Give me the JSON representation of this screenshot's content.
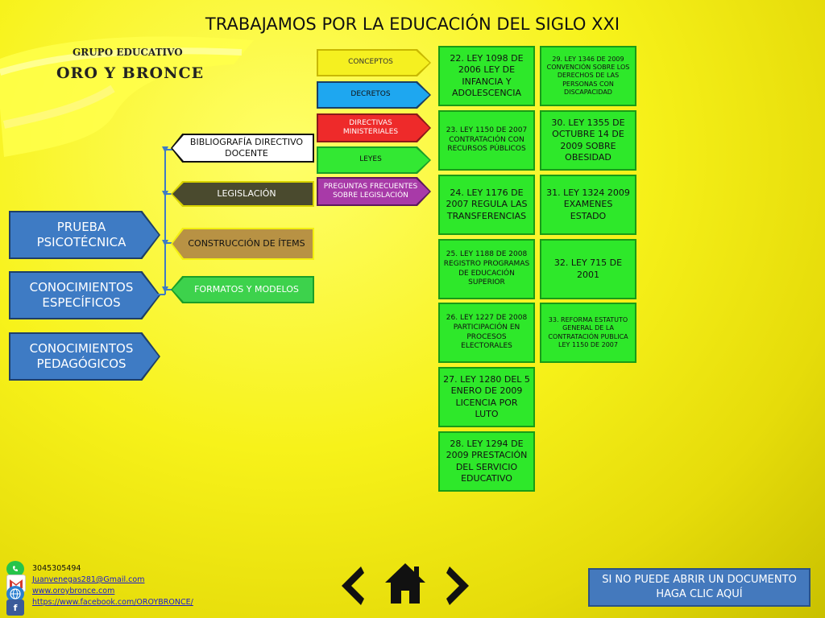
{
  "header": {
    "title": "TRABAJAMOS POR LA EDUCACIÓN DEL SIGLO XXI"
  },
  "logo": {
    "line1": "GRUPO EDUCATIVO",
    "line2": "ORO Y BRONCE"
  },
  "categories": [
    "PRUEBA PSICOTÉCNICA",
    "CONOCIMIENTOS ESPECÍFICOS",
    "CONOCIMIENTOS PEDAGÓGICOS"
  ],
  "subcategories": [
    "BIBLIOGRAFÍA DIRECTIVO DOCENTE",
    "LEGISLACIÓN",
    "CONSTRUCCIÓN DE ÍTEMS",
    "FORMATOS Y MODELOS"
  ],
  "tags": [
    "CONCEPTOS",
    "DECRETOS",
    "DIRECTIVAS MINISTERIALES",
    "LEYES",
    "PREGUNTAS FRECUENTES SOBRE LEGISLACIÓN"
  ],
  "laws_col1": [
    "22. LEY 1098 DE 2006 LEY DE INFANCIA Y ADOLESCENCIA",
    "23. LEY 1150 DE 2007 CONTRATACIÓN CON RECURSOS PÚBLICOS",
    "24. LEY 1176 DE 2007 REGULA LAS TRANSFERENCIAS",
    "25. LEY 1188 DE 2008 REGISTRO PROGRAMAS DE EDUCACIÓN SUPERIOR",
    "26. LEY 1227 DE 2008 PARTICIPACIÓN EN PROCESOS ELECTORALES",
    "27. LEY 1280 DEL 5 ENERO DE 2009 LICENCIA POR LUTO",
    "28. LEY 1294 DE 2009 PRESTACIÓN DEL SERVICIO EDUCATIVO"
  ],
  "laws_col2": [
    "29. LEY 1346 DE 2009 CONVENCIÓN SOBRE LOS DERECHOS DE LAS PERSONAS CON DISCAPACIDAD",
    "30. LEY 1355 DE OCTUBRE 14 DE 2009 SOBRE OBESIDAD",
    "31. LEY 1324 2009 EXAMENES ESTADO",
    "32. LEY 715 DE 2001",
    "33. REFORMA ESTATUTO GENERAL DE LA CONTRATACIÓN PUBLICA LEY 1150 DE 2007"
  ],
  "contact": {
    "phone": "3045305494",
    "email": "Juanvenegas281@Gmail.com",
    "web": "www.oroybronce.com",
    "facebook": "https://www.facebook.com/OROYBRONCE/"
  },
  "cta": {
    "label": "SI NO PUEDE ABRIR UN DOCUMENTO HAGA CLIC AQUÍ"
  },
  "icons": {
    "prev": "chevron-left-icon",
    "home": "home-icon",
    "next": "chevron-right-icon",
    "whatsapp": "whatsapp-icon",
    "gmail": "gmail-icon",
    "web": "globe-icon",
    "facebook": "facebook-icon"
  },
  "colors": {
    "blue": "#3e7bc4",
    "green": "#2ee82a",
    "yellow_tag": "#f5f020",
    "cyan_tag": "#1ea7f0",
    "red_tag": "#ee2a2a",
    "green_tag": "#33e833",
    "purple_tag": "#a83aa8"
  }
}
